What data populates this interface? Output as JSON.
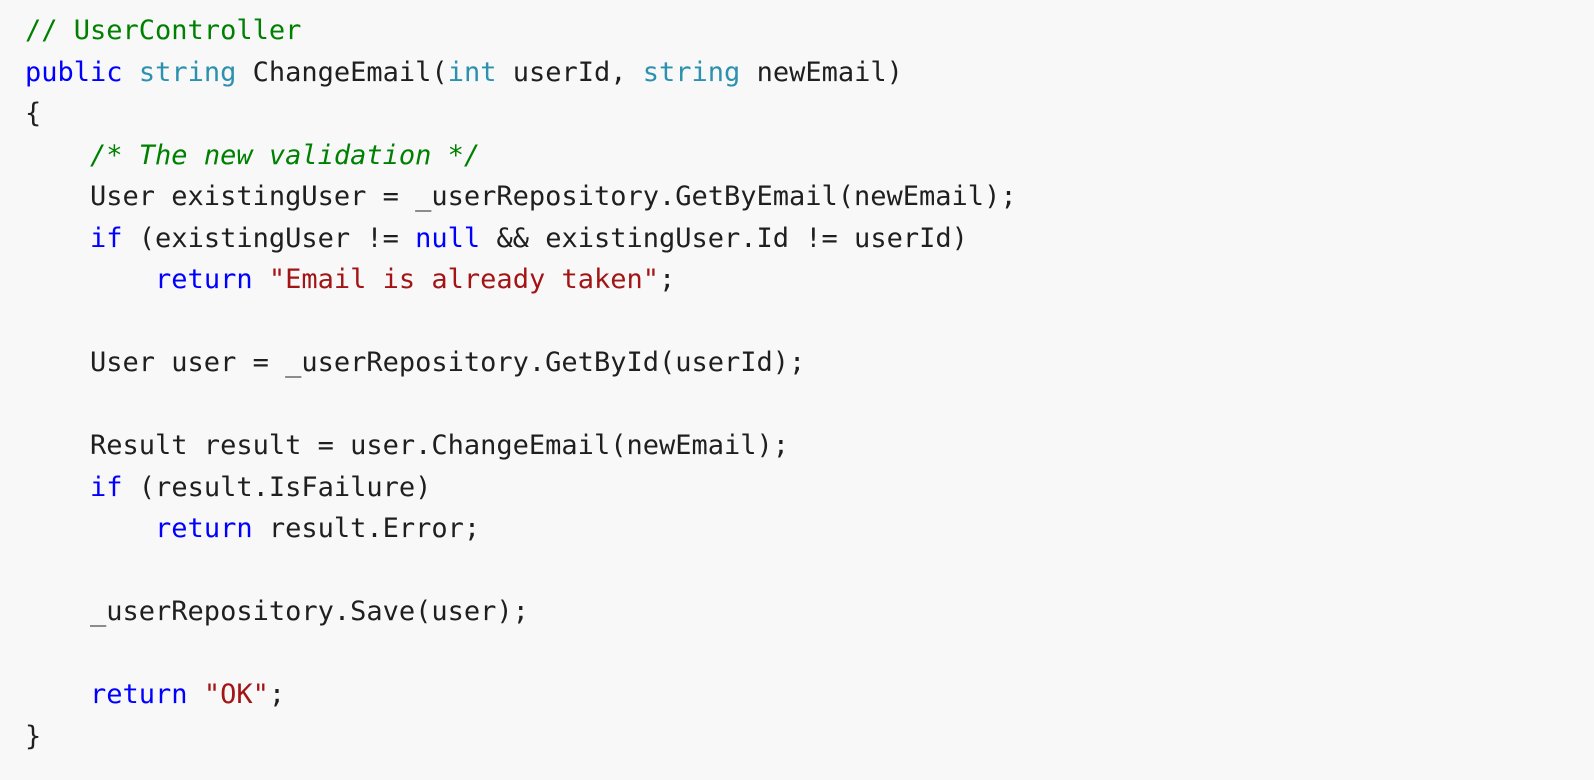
{
  "document": {
    "language_hint": "C#",
    "colors": {
      "background": "#f8f8f8",
      "plain": "#1f1f1f",
      "comment": "#008000",
      "keyword": "#0000ff",
      "type": "#2b91af",
      "string": "#a31515"
    },
    "lines": [
      [
        {
          "text": "// UserController",
          "type": "comment"
        }
      ],
      [
        {
          "text": "public",
          "type": "keyword"
        },
        {
          "text": " ",
          "type": "plain"
        },
        {
          "text": "string",
          "type": "type"
        },
        {
          "text": " ChangeEmail(",
          "type": "plain"
        },
        {
          "text": "int",
          "type": "type"
        },
        {
          "text": " userId, ",
          "type": "plain"
        },
        {
          "text": "string",
          "type": "type"
        },
        {
          "text": " newEmail)",
          "type": "plain"
        }
      ],
      [
        {
          "text": "{",
          "type": "plain"
        }
      ],
      [
        {
          "text": "    ",
          "type": "plain"
        },
        {
          "text": "/* The new validation */",
          "type": "comment-italic"
        }
      ],
      [
        {
          "text": "    User existingUser = _userRepository.GetByEmail(newEmail);",
          "type": "plain"
        }
      ],
      [
        {
          "text": "    ",
          "type": "plain"
        },
        {
          "text": "if",
          "type": "keyword"
        },
        {
          "text": " (existingUser != ",
          "type": "plain"
        },
        {
          "text": "null",
          "type": "keyword"
        },
        {
          "text": " && existingUser.Id != userId)",
          "type": "plain"
        }
      ],
      [
        {
          "text": "        ",
          "type": "plain"
        },
        {
          "text": "return",
          "type": "keyword"
        },
        {
          "text": " ",
          "type": "plain"
        },
        {
          "text": "\"Email is already taken\"",
          "type": "string"
        },
        {
          "text": ";",
          "type": "plain"
        }
      ],
      [],
      [
        {
          "text": "    User user = _userRepository.GetById(userId);",
          "type": "plain"
        }
      ],
      [],
      [
        {
          "text": "    Result result = user.ChangeEmail(newEmail);",
          "type": "plain"
        }
      ],
      [
        {
          "text": "    ",
          "type": "plain"
        },
        {
          "text": "if",
          "type": "keyword"
        },
        {
          "text": " (result.IsFailure)",
          "type": "plain"
        }
      ],
      [
        {
          "text": "        ",
          "type": "plain"
        },
        {
          "text": "return",
          "type": "keyword"
        },
        {
          "text": " result.Error;",
          "type": "plain"
        }
      ],
      [],
      [
        {
          "text": "    _userRepository.Save(user);",
          "type": "plain"
        }
      ],
      [],
      [
        {
          "text": "    ",
          "type": "plain"
        },
        {
          "text": "return",
          "type": "keyword"
        },
        {
          "text": " ",
          "type": "plain"
        },
        {
          "text": "\"OK\"",
          "type": "string"
        },
        {
          "text": ";",
          "type": "plain"
        }
      ],
      [
        {
          "text": "}",
          "type": "plain"
        }
      ]
    ]
  }
}
